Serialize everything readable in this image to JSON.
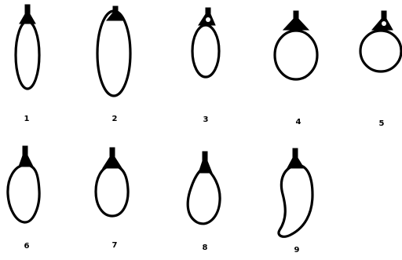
{
  "figure": {
    "shapes": [
      {
        "label": "1",
        "shape": "elongated-elliptic"
      },
      {
        "label": "2",
        "shape": "elliptic"
      },
      {
        "label": "3",
        "shape": "oval"
      },
      {
        "label": "4",
        "shape": "round"
      },
      {
        "label": "5",
        "shape": "round"
      },
      {
        "label": "6",
        "shape": "obovate"
      },
      {
        "label": "7",
        "shape": "obovate"
      },
      {
        "label": "8",
        "shape": "pear"
      },
      {
        "label": "9",
        "shape": "curved"
      }
    ]
  }
}
